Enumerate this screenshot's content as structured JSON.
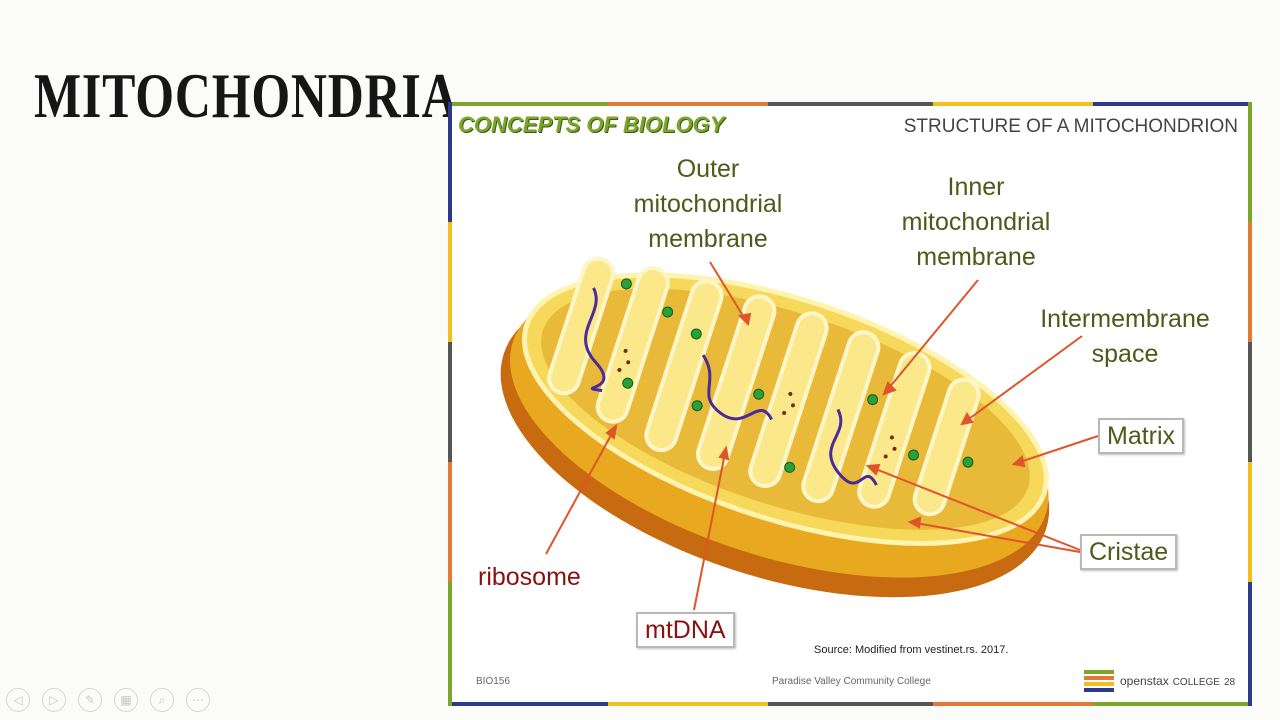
{
  "slide": {
    "title": "MITOCHONDRIA"
  },
  "figure": {
    "series_label": "CONCEPTS OF BIOLOGY",
    "title": "STRUCTURE OF A MITOCHONDRION",
    "labels": {
      "outer_membrane": "Outer mitochondrial membrane",
      "inner_membrane": "Inner mitochondrial membrane",
      "intermembrane_space": "Intermembrane space",
      "matrix": "Matrix",
      "cristae": "Cristae",
      "ribosome": "ribosome",
      "mtdna": "mtDNA"
    },
    "source": "Source: Modified from vestinet.rs. 2017.",
    "footer": {
      "course": "BIO156",
      "college": "Paradise Valley Community College",
      "logo": "openstax",
      "logo_suffix": "COLLEGE",
      "page": "28"
    }
  },
  "controls": [
    {
      "icon": "back-arrow-icon",
      "glyph": "◁"
    },
    {
      "icon": "forward-arrow-icon",
      "glyph": "▷"
    },
    {
      "icon": "pen-icon",
      "glyph": "✎"
    },
    {
      "icon": "slides-icon",
      "glyph": "▦"
    },
    {
      "icon": "zoom-icon",
      "glyph": "⌕"
    },
    {
      "icon": "more-icon",
      "glyph": "⋯"
    }
  ],
  "colors": {
    "series_label": "#7aa62a",
    "label_text": "#4d5a1a",
    "label_red": "#8b1010",
    "arrow": "#e0542a",
    "membrane": "#e8a820",
    "dna": "#4b2a9a",
    "ribosome": "#2aa03a"
  }
}
